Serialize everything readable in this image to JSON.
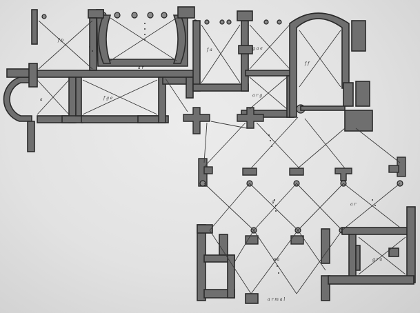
{
  "plan": {
    "labels": {
      "apse": "a",
      "room_west": "f p",
      "room_south_west": "f g e",
      "room_oval": "a r",
      "room_mid": "f a",
      "room_north_east": "g a e",
      "room_court": "f f",
      "room_south_east": "a r g",
      "nave_top": "a r",
      "nave_mid": "g",
      "nave_low": "a a",
      "chapel": "g r a",
      "bottom_row": "a r m a l"
    },
    "colors": {
      "wall": "#6f6f6f",
      "line": "#3a3a3a",
      "paper": "#e2e2e2"
    }
  }
}
